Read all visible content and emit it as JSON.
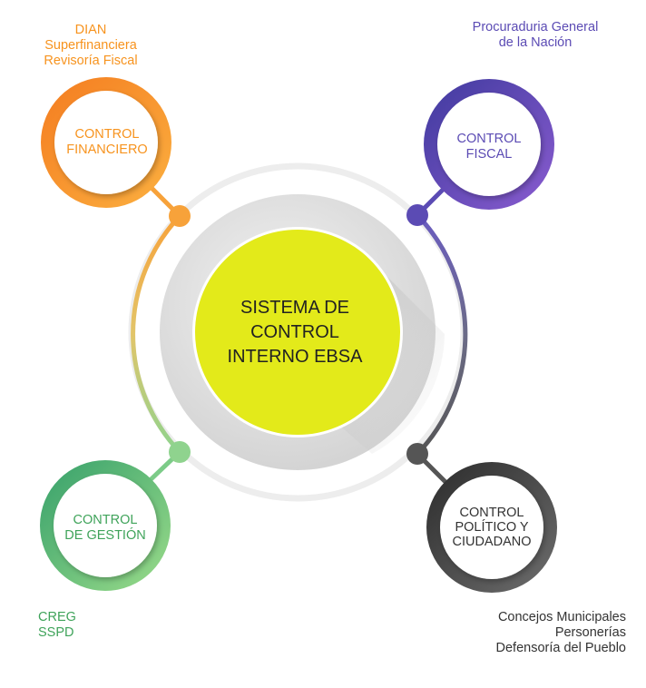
{
  "colors": {
    "orange": "#F7931E",
    "purple": "#5B4BB4",
    "green": "#3FA35A",
    "dark": "#333333",
    "yellow": "#E3EA1A"
  },
  "center": {
    "lines": [
      "SISTEMA DE",
      "CONTROL",
      "INTERNO EBSA"
    ]
  },
  "nodes": {
    "financiero": {
      "title_lines": [
        "CONTROL",
        "FINANCIERO"
      ],
      "entities": [
        "DIAN",
        "Superfinanciera",
        "Revisoría Fiscal"
      ]
    },
    "fiscal": {
      "title_lines": [
        "CONTROL",
        "FISCAL"
      ],
      "entities": [
        "Procuraduria General",
        "de la Nación"
      ]
    },
    "gestion": {
      "title_lines": [
        "CONTROL",
        "DE GESTIÓN"
      ],
      "entities": [
        "CREG",
        "SSPD"
      ]
    },
    "politico": {
      "title_lines": [
        "CONTROL",
        "POLÍTICO Y",
        "CIUDADANO"
      ],
      "entities": [
        "Concejos Municipales",
        "Personerías",
        "Defensoría del Pueblo"
      ]
    }
  }
}
